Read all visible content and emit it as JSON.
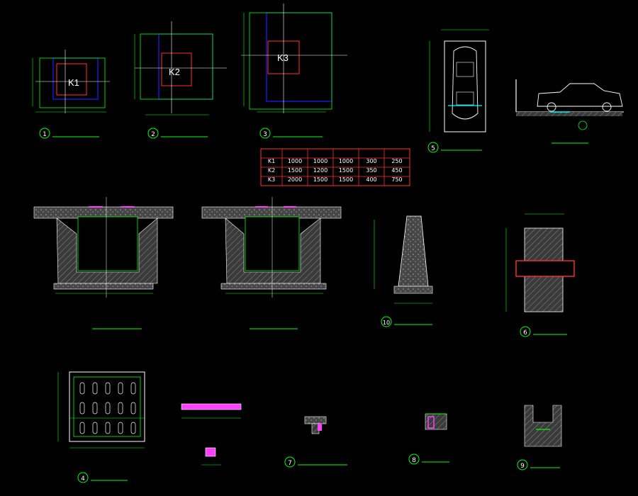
{
  "drawing": {
    "background": "#000000",
    "colors": {
      "green": "#00ff00",
      "white": "#ffffff",
      "blue": "#2020ff",
      "red": "#ff3030",
      "magenta": "#ff40ff",
      "cyan": "#00ffff",
      "yellow": "#ffff00",
      "hatch": "#9a9a9a"
    },
    "pits": [
      {
        "label": "K1"
      },
      {
        "label": "K2"
      },
      {
        "label": "K3"
      }
    ],
    "detail_numbers": [
      "1",
      "2",
      "3",
      "4",
      "5",
      "6",
      "7",
      "8",
      "9",
      "10"
    ],
    "pit_table": {
      "rows": [
        [
          "K1",
          "1000",
          "1000",
          "1000",
          "300",
          "250"
        ],
        [
          "K2",
          "1500",
          "1200",
          "1500",
          "350",
          "450"
        ],
        [
          "K3",
          "2000",
          "1500",
          "1500",
          "400",
          "750"
        ]
      ]
    }
  }
}
